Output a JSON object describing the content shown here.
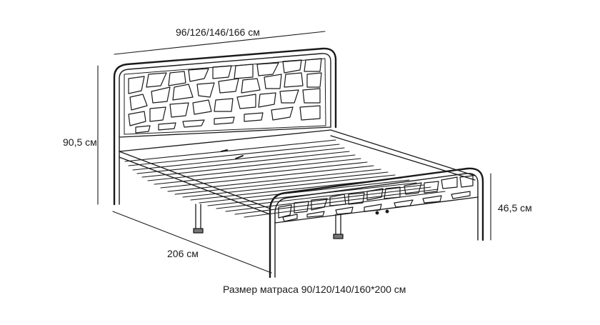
{
  "dimensions": {
    "width": "96/126/146/166 см",
    "headboard_height": "90,5 см",
    "footboard_height": "46,5 см",
    "length": "206 см"
  },
  "caption": "Размер матраса 90/120/140/160*200 см",
  "colors": {
    "line": "#1a1a1a",
    "background": "#ffffff"
  }
}
